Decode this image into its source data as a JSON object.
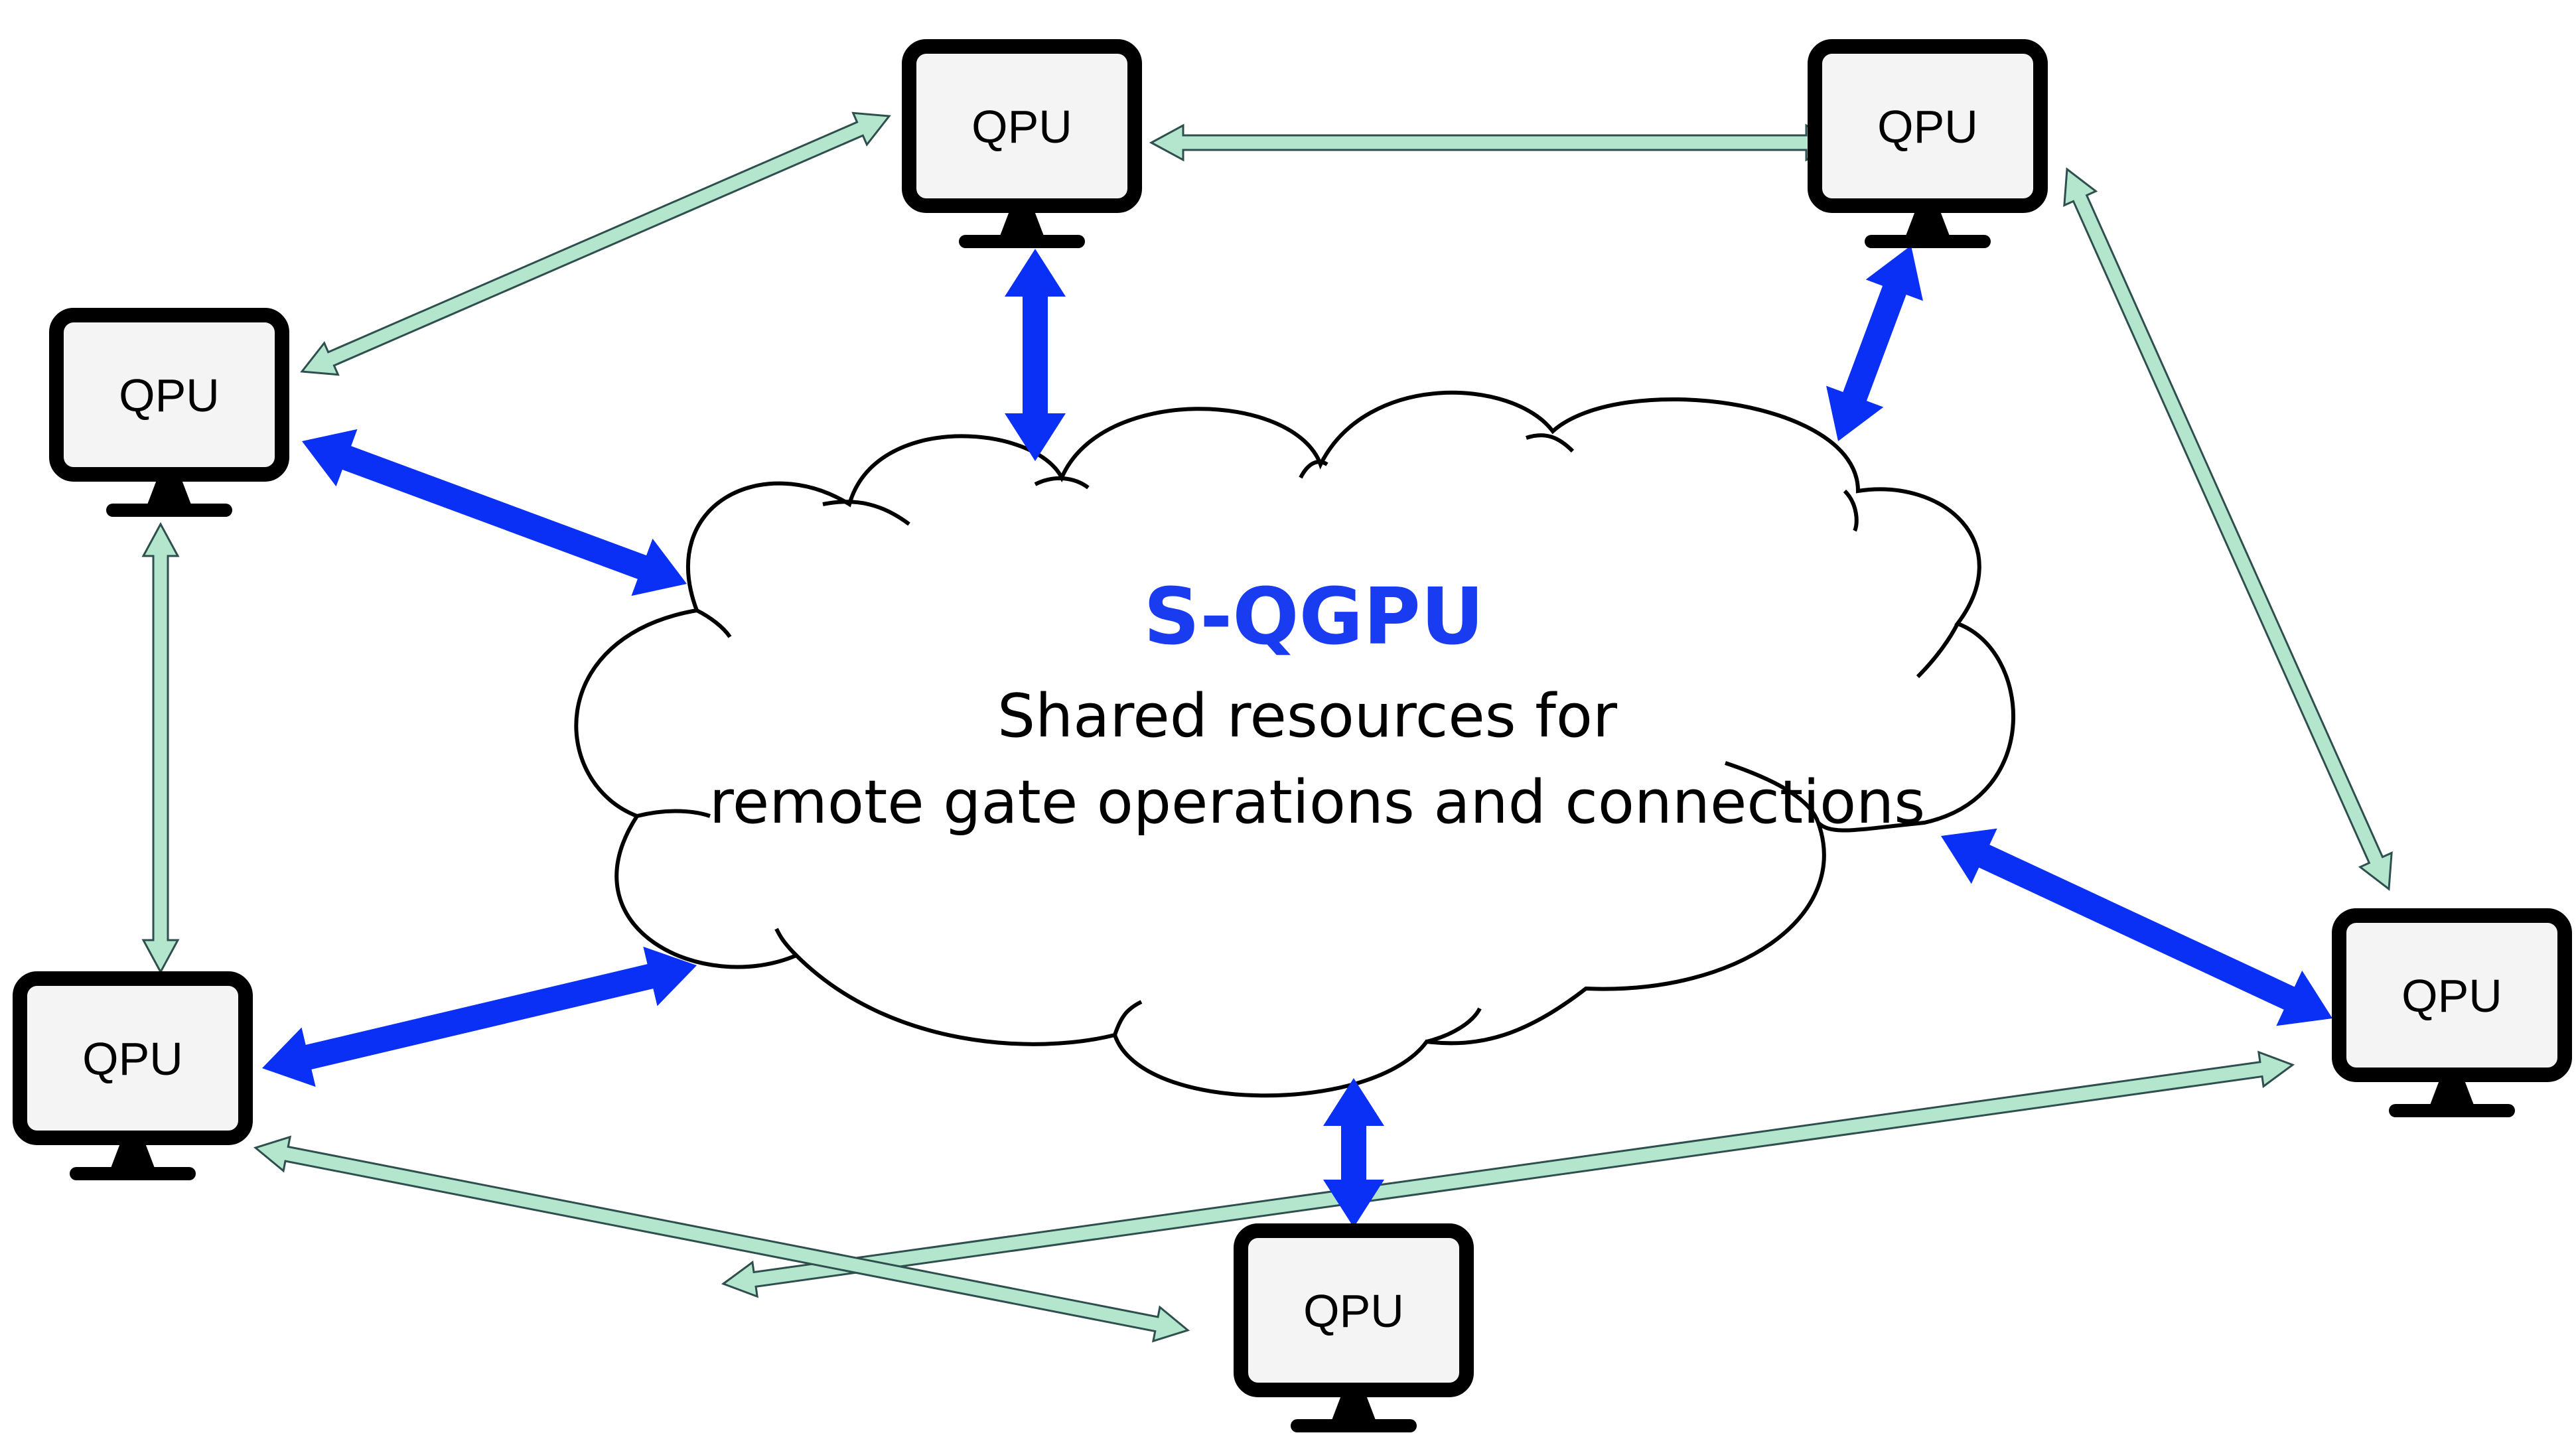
{
  "cloud": {
    "title": "S-QGPU",
    "subtitle_line1": "Shared resources for",
    "subtitle_line2": "remote gate operations and connections"
  },
  "nodes": [
    {
      "label": "QPU",
      "icon": "monitor-icon"
    },
    {
      "label": "QPU",
      "icon": "monitor-icon"
    },
    {
      "label": "QPU",
      "icon": "monitor-icon"
    },
    {
      "label": "QPU",
      "icon": "monitor-icon"
    },
    {
      "label": "QPU",
      "icon": "monitor-icon"
    },
    {
      "label": "QPU",
      "icon": "monitor-icon"
    }
  ],
  "colors": {
    "shared_link": "#0a2ff5",
    "peer_link_fill": "#b3e6cc",
    "peer_link_stroke": "#2f4f4f",
    "title": "#1a3cf0"
  }
}
